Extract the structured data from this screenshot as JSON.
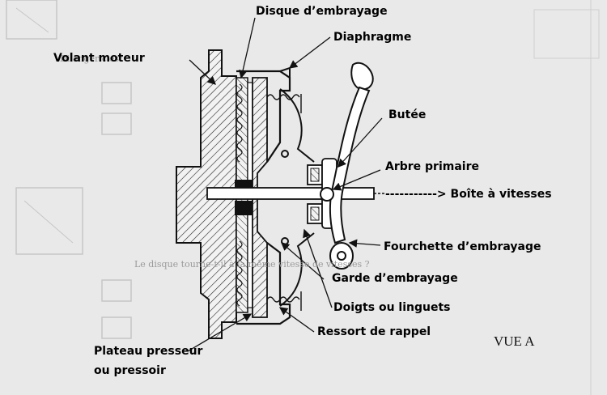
{
  "labels": {
    "disque": "Disque d’embrayage",
    "diaphragme": "Diaphragme",
    "volant": "Volant moteur",
    "butee": "Butée",
    "arbre": "Arbre primaire",
    "boite": "-----------> Boîte à vitesses",
    "fourchette": "Fourchette d’embrayage",
    "garde": "Garde d’embrayage",
    "doigts": "Doigts ou linguets",
    "ressort": "Ressort de rappel",
    "plateau1": "Plateau presseur",
    "plateau2": "ou pressoir"
  },
  "view_label": "VUE A",
  "background": {
    "line1": "Dilanger c'est :",
    "line2": "Le disque tourne-t-il à la même vitesse de vitesses ?"
  },
  "colors": {
    "ink": "#111111",
    "paper": "#ececec",
    "faint": "#9a9a9a"
  }
}
